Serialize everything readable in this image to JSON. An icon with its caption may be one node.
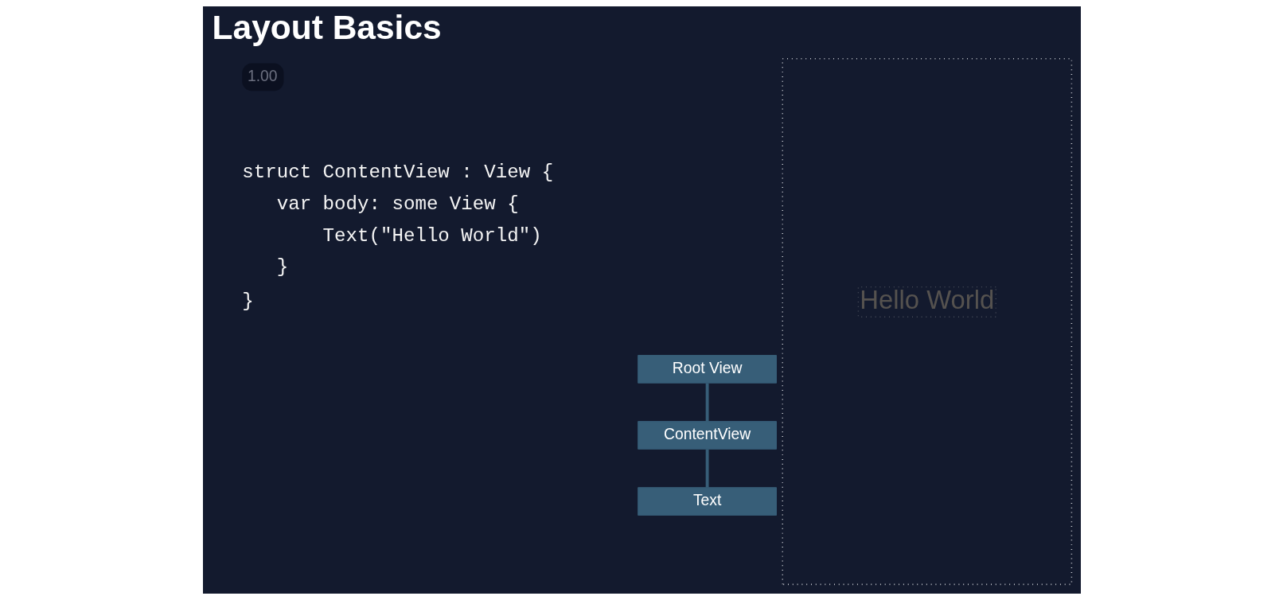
{
  "diagram": {
    "title": "Layout Basics",
    "nodes": [
      {
        "text": [
          "Root View"
        ]
      },
      {
        "text": [
          "ContentView"
        ]
      },
      {
        "text": [
          "Text"
        ]
      },
      {
        "text": [],
        "shape": "box"
      },
      {
        "text": [
          "Hello World"
        ],
        "in": 3
      }
    ],
    "edges": [
      {
        "from": 0,
        "to": 1,
        "arrow": "none"
      },
      {
        "from": 1,
        "to": 2,
        "arrow": "none"
      }
    ],
    "labels": [
      "1.00",
      "struct ContentView : View {",
      "    var body: some View {",
      "        Text(\"Hello World\")",
      "    }",
      "}"
    ]
  }
}
